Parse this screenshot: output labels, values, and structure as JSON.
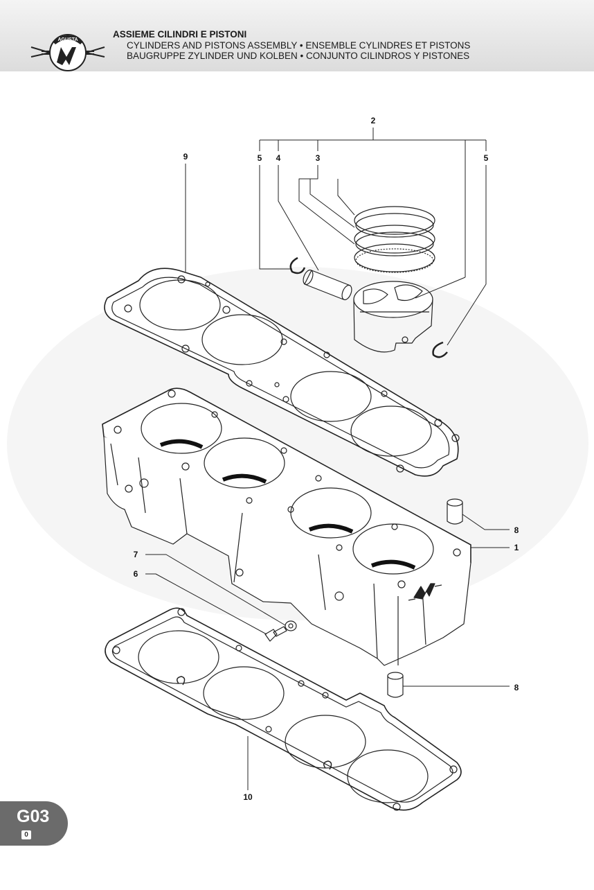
{
  "header": {
    "title": "ASSIEME CILINDRI E PISTONI",
    "subtitle_1": "CYLINDERS AND PISTONS ASSEMBLY • ENSEMBLE CYLINDRES ET PISTONS",
    "subtitle_2": "BAUGRUPPE ZYLINDER UND KOLBEN • CONJUNTO CILINDROS Y PISTONES",
    "logo_text": "AGUSTA"
  },
  "callouts": {
    "c1": "1",
    "c2": "2",
    "c3": "3",
    "c4": "4",
    "c5a": "5",
    "c5b": "5",
    "c6": "6",
    "c7": "7",
    "c8a": "8",
    "c8b": "8",
    "c9": "9",
    "c10": "10"
  },
  "page_code": {
    "main": "G03",
    "sub": "0"
  },
  "icons": [
    "mv-agusta-logo",
    "cylinder-block",
    "piston",
    "piston-rings",
    "wrist-pin",
    "circlip",
    "head-gasket",
    "base-gasket",
    "dowel-pin",
    "screw",
    "washer"
  ],
  "colors": {
    "header_bg": "#dcdcdc",
    "tab_bg": "#6b6b6b",
    "line": "#222222"
  }
}
